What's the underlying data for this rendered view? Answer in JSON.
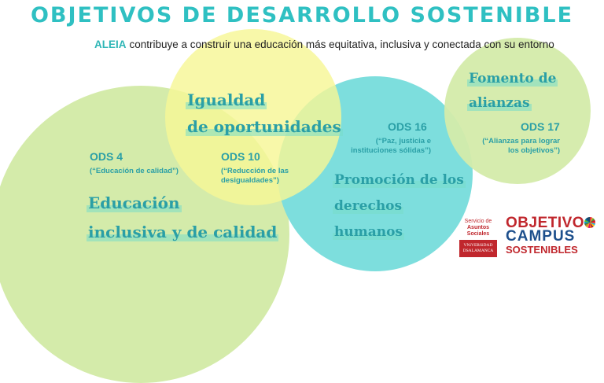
{
  "title": "OBJETIVOS DE DESARROLLO SOSTENIBLE",
  "subtitle": {
    "brand": "ALEIA",
    "text": "contribuye a construir una educación más equitativa, inclusiva y conectada con su entorno"
  },
  "circles": {
    "educacion": {
      "heading_line1": "Educación",
      "heading_line2": "inclusiva y de calidad",
      "ods": "ODS 4",
      "ods_desc": "(“Educación de calidad”)",
      "color": "#d4ebaa"
    },
    "igualdad": {
      "heading_line1": "Igualdad",
      "heading_line2": "de oportunidades",
      "ods": "ODS 10",
      "ods_desc_line1": "(“Reducción de las",
      "ods_desc_line2": "desigualdades”)",
      "color": "#f7f7a6"
    },
    "derechos": {
      "heading_line1": "Promoción de los",
      "heading_line2": "derechos",
      "heading_line3": "humanos",
      "ods": "ODS 16",
      "ods_desc_line1": "(“Paz, justicia e",
      "ods_desc_line2": "instituciones sólidas”)",
      "color": "#7ddedd"
    },
    "alianzas": {
      "heading_line1": "Fomento de",
      "heading_line2": "alianzas",
      "ods": "ODS 17",
      "ods_desc_line1": "(“Alianzas para lograr",
      "ods_desc_line2": "los objetivos”)",
      "color": "#d4ebaa"
    }
  },
  "logos": {
    "servicio_line1": "Servicio de",
    "servicio_line2": "Asuntos",
    "servicio_line3": "Sociales",
    "usal_line1": "VNiVERSiDAD",
    "usal_line2": "DSALAMANCA",
    "campus_line1": "OBJETIVO",
    "campus_line2": "CAMPUS",
    "campus_line3": "SOSTENIBLES"
  }
}
